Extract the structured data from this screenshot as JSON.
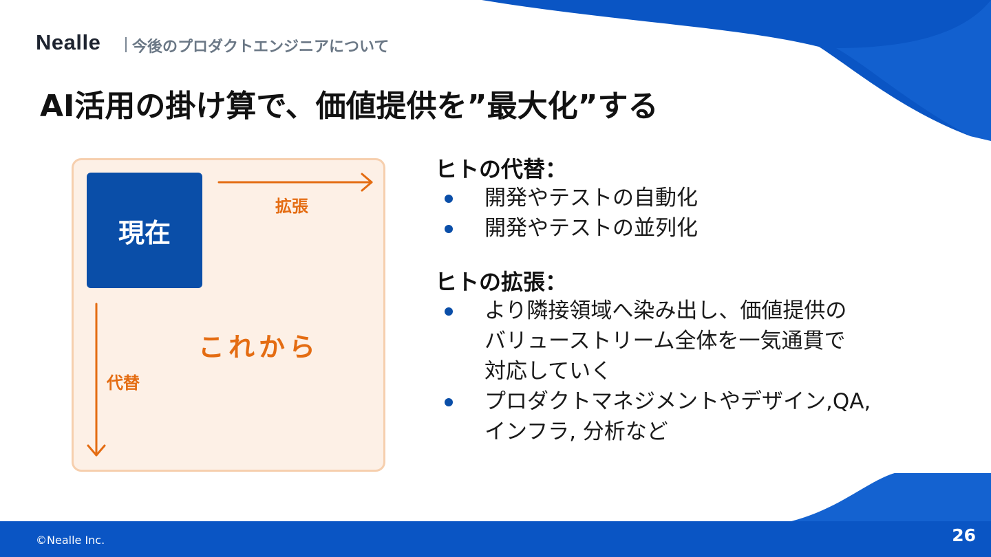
{
  "header": {
    "logo": "Nealle",
    "section_title": "今後のプロダクトエンジニアについて"
  },
  "title": "AI活用の掛け算で、価値提供を”最大化”する",
  "diagram": {
    "current_label": "現在",
    "expand_label": "拡張",
    "future_label": "これから",
    "replace_label": "代替"
  },
  "content": {
    "replace_heading": "ヒトの代替：",
    "replace_items": [
      "開発やテストの自動化",
      "開発やテストの並列化"
    ],
    "expand_heading": "ヒトの拡張：",
    "expand_items": [
      "より隣接領域へ染み出し、価値提供の\nバリューストリーム全体を一気通貫で\n対応していく",
      "プロダクトマネジメントやデザイン,QA,\nインフラ, 分析など"
    ]
  },
  "footer": {
    "copyright": "©Nealle Inc.",
    "page_number": "26"
  },
  "colors": {
    "brand_blue": "#0a4ea8",
    "accent_orange": "#e46c12",
    "panel_bg": "#fdf0e6"
  }
}
